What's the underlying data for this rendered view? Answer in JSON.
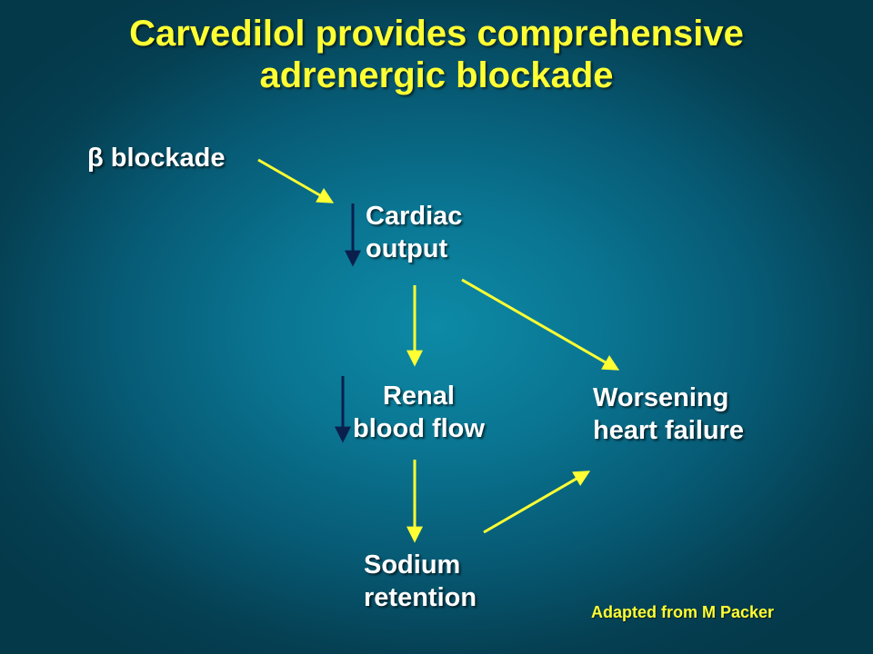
{
  "slide": {
    "title_line1": "Carvedilol provides comprehensive",
    "title_line2": "adrenergic blockade"
  },
  "nodes": {
    "beta_blockade": "β blockade",
    "cardiac_line1": "Cardiac",
    "cardiac_line2": "output",
    "renal_line1": "Renal",
    "renal_line2": "blood flow",
    "worsening_line1": "Worsening",
    "worsening_line2": "heart failure",
    "sodium_line1": "Sodium",
    "sodium_line2": "retention"
  },
  "credit": "Adapted from M Packer",
  "colors": {
    "title": "#ffff33",
    "arrow_yellow": "#ffff33",
    "arrow_dark": "#0b1f4d",
    "text": "#ffffff",
    "background_center": "#0d8aa6",
    "background_edge": "#04394a"
  }
}
